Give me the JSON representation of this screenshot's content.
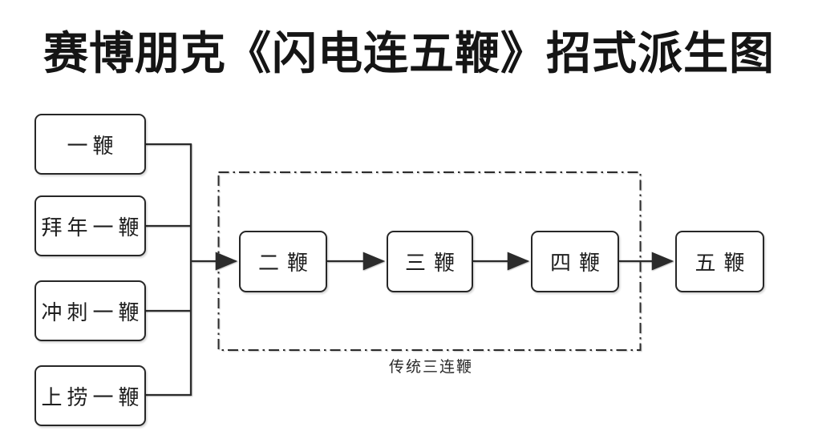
{
  "title": "赛博朋克《闪电连五鞭》招式派生图",
  "diagram": {
    "sources": [
      {
        "label": "一鞭"
      },
      {
        "label": "拜年一鞭"
      },
      {
        "label": "冲刺一鞭"
      },
      {
        "label": "上捞一鞭"
      }
    ],
    "chain": [
      {
        "label": "二鞭"
      },
      {
        "label": "三鞭"
      },
      {
        "label": "四鞭"
      }
    ],
    "final": {
      "label": "五鞭"
    },
    "group_label": "传统三连鞭"
  },
  "colors": {
    "line": "#2b2b2b",
    "text": "#1e1e1e",
    "background": "#ffffff"
  }
}
